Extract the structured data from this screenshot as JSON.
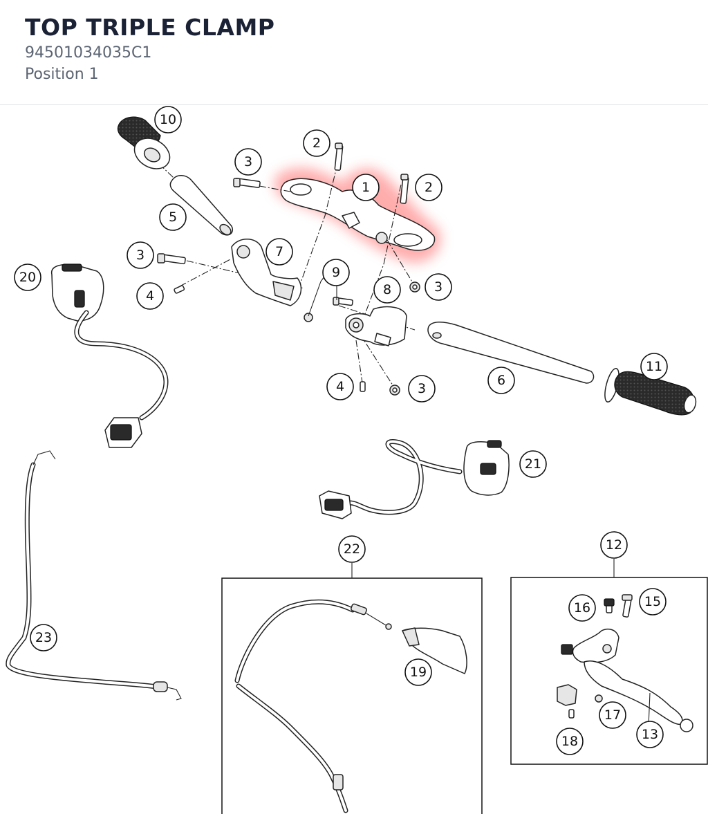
{
  "header": {
    "title": "TOP TRIPLE CLAMP",
    "part_number": "94501034035C1",
    "position": "Position 1"
  },
  "highlight_color": "#ff6b6b",
  "callouts": [
    {
      "id": "c1",
      "label": "1"
    },
    {
      "id": "c2a",
      "label": "2"
    },
    {
      "id": "c2b",
      "label": "2"
    },
    {
      "id": "c3a",
      "label": "3"
    },
    {
      "id": "c3b",
      "label": "3"
    },
    {
      "id": "c3c",
      "label": "3"
    },
    {
      "id": "c3d",
      "label": "3"
    },
    {
      "id": "c4a",
      "label": "4"
    },
    {
      "id": "c4b",
      "label": "4"
    },
    {
      "id": "c5",
      "label": "5"
    },
    {
      "id": "c6",
      "label": "6"
    },
    {
      "id": "c7",
      "label": "7"
    },
    {
      "id": "c8",
      "label": "8"
    },
    {
      "id": "c9",
      "label": "9"
    },
    {
      "id": "c10",
      "label": "10"
    },
    {
      "id": "c11",
      "label": "11"
    },
    {
      "id": "c12",
      "label": "12"
    },
    {
      "id": "c13",
      "label": "13"
    },
    {
      "id": "c15",
      "label": "15"
    },
    {
      "id": "c16",
      "label": "16"
    },
    {
      "id": "c17",
      "label": "17"
    },
    {
      "id": "c18",
      "label": "18"
    },
    {
      "id": "c19",
      "label": "19"
    },
    {
      "id": "c20",
      "label": "20"
    },
    {
      "id": "c21",
      "label": "21"
    },
    {
      "id": "c22",
      "label": "22"
    },
    {
      "id": "c23",
      "label": "23"
    }
  ]
}
